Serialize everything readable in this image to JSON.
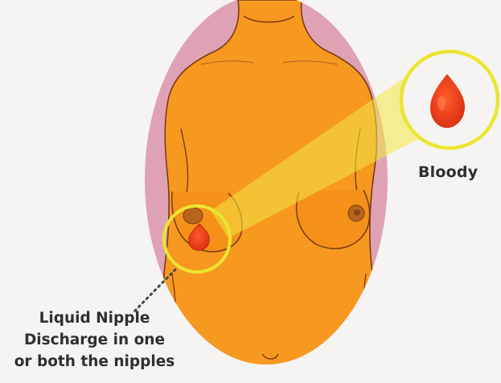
{
  "labels": {
    "bloody": "Bloody",
    "discharge_lines": [
      "Liquid Nipple",
      "Discharge in one",
      "or both the nipples"
    ]
  },
  "colors": {
    "background": "#f5f4f2",
    "oval_pink": "#dfa2b5",
    "skin": "#f7981f",
    "skin_shadow": "#e58319",
    "outline": "#7a3a16",
    "highlight_circle": "#ece530",
    "beam": "#f2e844",
    "blood_drop": "#e83514",
    "text": "#2f2f2f"
  },
  "icons": {
    "drop": "blood-drop-icon"
  }
}
